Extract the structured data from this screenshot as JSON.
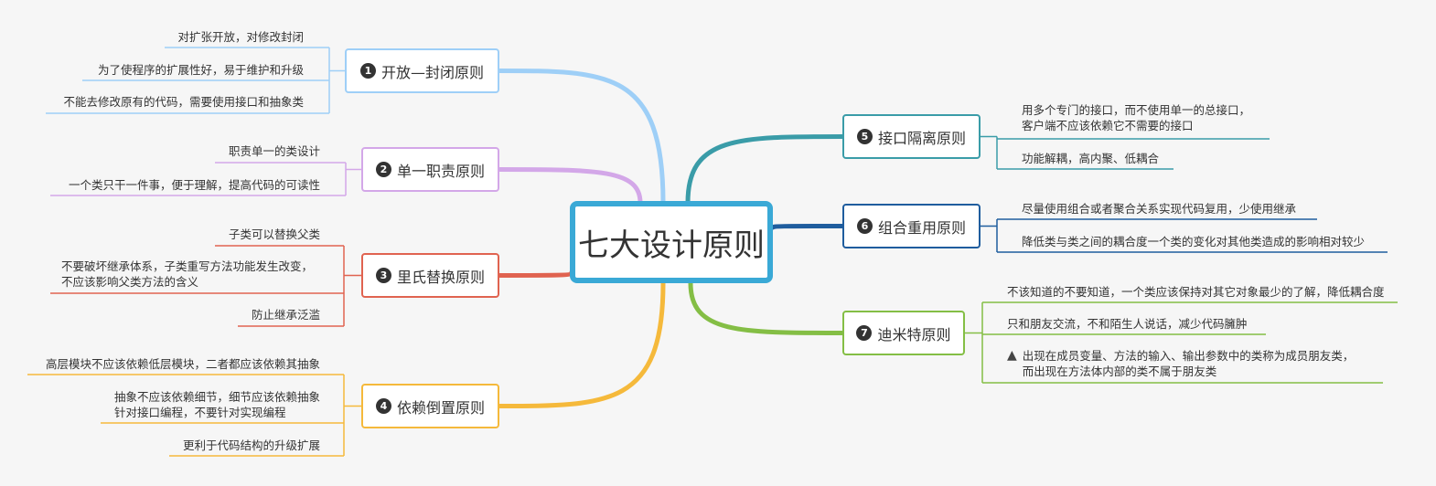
{
  "center": {
    "title": "七大设计原则"
  },
  "branches": [
    {
      "num": "1",
      "title": "开放—封闭原则",
      "color": "#9ecff7",
      "leaves": [
        "对扩张开放，对修改封闭",
        "为了使程序的扩展性好，易于维护和升级",
        "不能去修改原有的代码，需要使用接口和抽象类"
      ]
    },
    {
      "num": "2",
      "title": "单一职责原则",
      "color": "#d3a7e8",
      "leaves": [
        "职责单一的类设计",
        "一个类只干一件事，便于理解，提高代码的可读性"
      ]
    },
    {
      "num": "3",
      "title": "里氏替换原则",
      "color": "#e06350",
      "leaves": [
        "子类可以替换父类",
        [
          "不要破坏继承体系，子类重写方法功能发生改变，",
          "不应该影响父类方法的含义"
        ],
        "防止继承泛滥"
      ]
    },
    {
      "num": "4",
      "title": "依赖倒置原则",
      "color": "#f5b93b",
      "leaves": [
        "高层模块不应该依赖低层模块，二者都应该依赖其抽象",
        [
          "抽象不应该依赖细节，细节应该依赖抽象",
          "针对接口编程，不要针对实现编程"
        ],
        "更利于代码结构的升级扩展"
      ]
    },
    {
      "num": "5",
      "title": "接口隔离原则",
      "color": "#3a9ca8",
      "leaves": [
        [
          "用多个专门的接口，而不使用单一的总接口，",
          "客户端不应该依赖它不需要的接口"
        ],
        "功能解耦，高内聚、低耦合"
      ]
    },
    {
      "num": "6",
      "title": "组合重用原则",
      "color": "#1f5d9e",
      "leaves": [
        "尽量使用组合或者聚合关系实现代码复用，少使用继承",
        "降低类与类之间的耦合度一个类的变化对其他类造成的影响相对较少"
      ]
    },
    {
      "num": "7",
      "title": "迪米特原则",
      "color": "#84be45",
      "leaves": [
        "不该知道的不要知道，一个类应该保持对其它对象最少的了解，降低耦合度",
        "只和朋友交流，不和陌生人说话，减少代码臃肿",
        [
          "出现在成员变量、方法的输入、输出参数中的类称为成员朋友类，",
          "而出现在方法体内部的类不属于朋友类"
        ]
      ]
    }
  ]
}
